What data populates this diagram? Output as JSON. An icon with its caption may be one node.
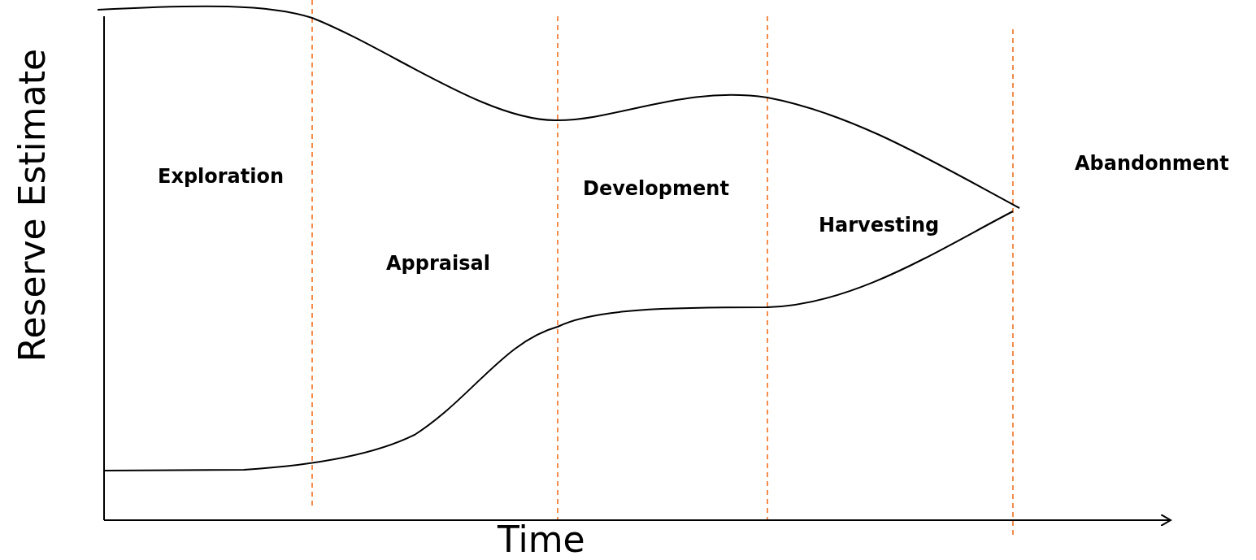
{
  "diagram": {
    "labels": [
      "Reserve Estimate",
      "Exploration",
      "Appraisal",
      "Development",
      "Harvesting",
      "Abandonment",
      "Time"
    ]
  }
}
